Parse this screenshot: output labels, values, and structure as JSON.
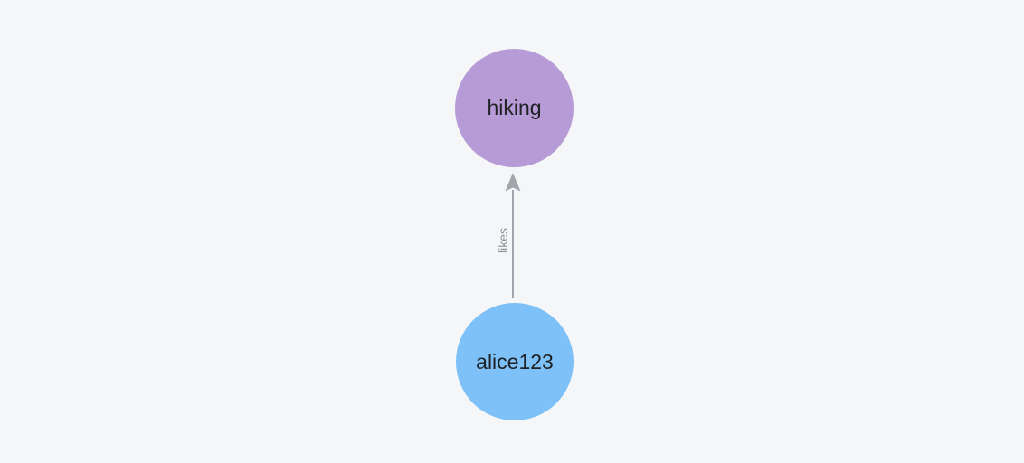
{
  "canvas": {
    "background": "#f5f6f7"
  },
  "graph": {
    "nodes": [
      {
        "label": "hiking",
        "color": "#b69bd6",
        "text_color": "#1f2125"
      },
      {
        "label": "alice123",
        "color": "#7dc1f8",
        "text_color": "#1f2125"
      }
    ],
    "edge": {
      "label": "likes",
      "from": "alice123",
      "to": "hiking",
      "color": "#a2a6ac",
      "label_color": "#8f939a"
    }
  }
}
